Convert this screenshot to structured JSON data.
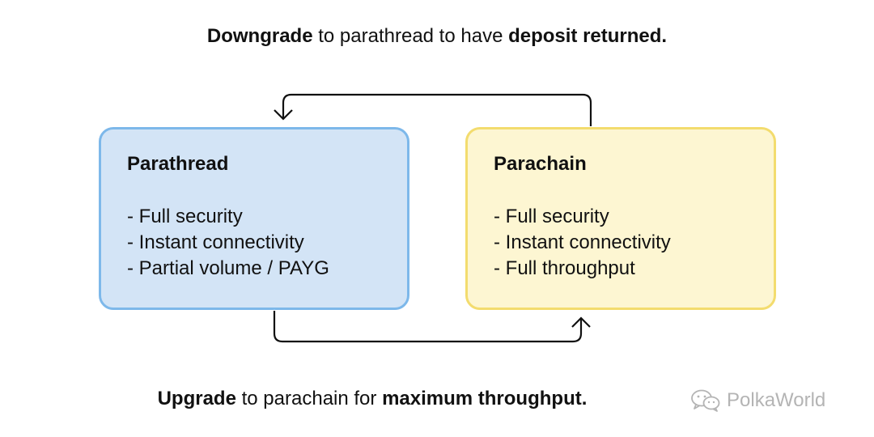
{
  "top_caption": {
    "bold_1": "Downgrade",
    "normal": " to parathread to have ",
    "bold_2": "deposit returned."
  },
  "bottom_caption": {
    "bold_1": "Upgrade",
    "normal": " to parachain for ",
    "bold_2": "maximum throughput."
  },
  "parathread": {
    "title": "Parathread",
    "features": [
      "Full security",
      "Instant connectivity",
      "Partial volume / PAYG"
    ]
  },
  "parachain": {
    "title": "Parachain",
    "features": [
      "Full security",
      "Instant connectivity",
      "Full throughput"
    ]
  },
  "watermark": {
    "text": "PolkaWorld",
    "icon": "wechat-icon"
  },
  "colors": {
    "parathread_fill": "#d3e4f6",
    "parathread_border": "#7db8ea",
    "parachain_fill": "#fdf6d2",
    "parachain_border": "#f3dc6e"
  }
}
